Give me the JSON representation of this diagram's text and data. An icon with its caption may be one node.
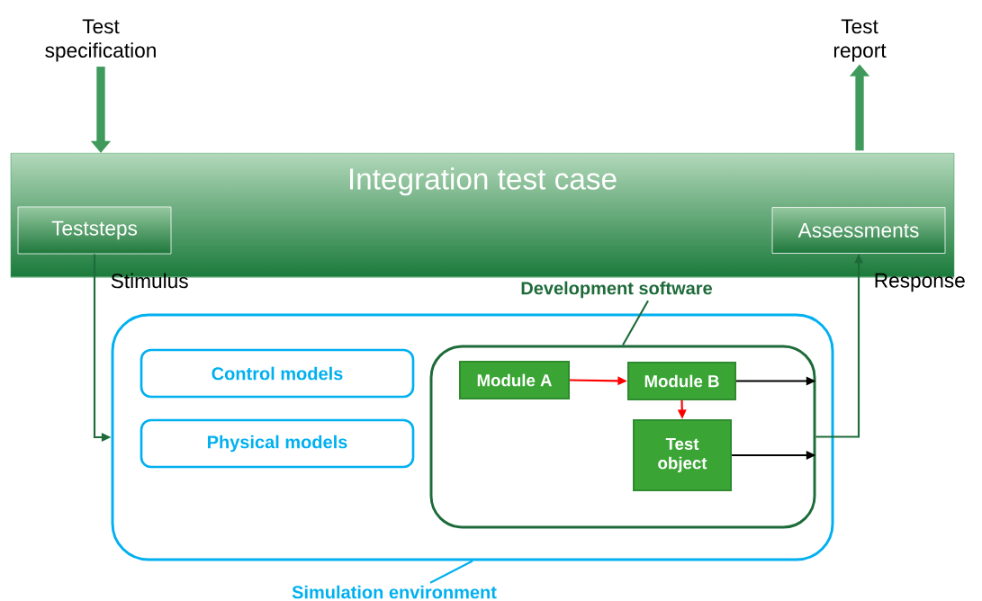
{
  "diagram": {
    "nodes": [
      {
        "text": [
          "Test specification"
        ]
      },
      {
        "text": [
          "Test report"
        ]
      },
      {
        "text": [
          "Integration test case"
        ]
      },
      {
        "text": [
          "Teststeps"
        ],
        "in": 2
      },
      {
        "text": [
          "Assessments"
        ],
        "in": 2
      },
      {
        "text": [],
        "shape": "box"
      },
      {
        "text": [
          "Control models"
        ],
        "in": 5
      },
      {
        "text": [
          "Physical models"
        ],
        "in": 5
      },
      {
        "text": [],
        "shape": "box",
        "in": 5
      },
      {
        "text": [
          "Module A"
        ],
        "in": 8
      },
      {
        "text": [
          "Module B"
        ],
        "in": 8
      },
      {
        "text": [
          "Test object"
        ],
        "in": 8
      },
      {
        "text": [
          "Development software"
        ]
      },
      {
        "text": [
          "Simulation environment"
        ]
      }
    ],
    "edges": [
      {
        "from": 0,
        "to": 2,
        "arrow": "to",
        "style": "thick",
        "color": "#3f9a5c"
      },
      {
        "from": 2,
        "to": 1,
        "arrow": "to",
        "style": "thick",
        "color": "#3f9a5c"
      },
      {
        "from": 3,
        "to": 5,
        "arrow": "to",
        "label": "Stimulus",
        "color": "#1e6b3a"
      },
      {
        "from": 8,
        "to": 4,
        "arrow": "to",
        "label": "Response",
        "color": "#1e6b3a"
      },
      {
        "from": 9,
        "to": 10,
        "arrow": "to",
        "color": "#ff0000"
      },
      {
        "from": 10,
        "to": 11,
        "arrow": "to",
        "color": "#ff0000"
      },
      {
        "from": 10,
        "to": 8,
        "arrow": "to",
        "color": "#000000"
      },
      {
        "from": 11,
        "to": 8,
        "arrow": "to",
        "color": "#000000"
      },
      {
        "from": 12,
        "to": 8,
        "arrow": "none",
        "color": "#1e6b3a"
      },
      {
        "from": 13,
        "to": 5,
        "arrow": "none",
        "color": "#00b0f0"
      }
    ]
  }
}
